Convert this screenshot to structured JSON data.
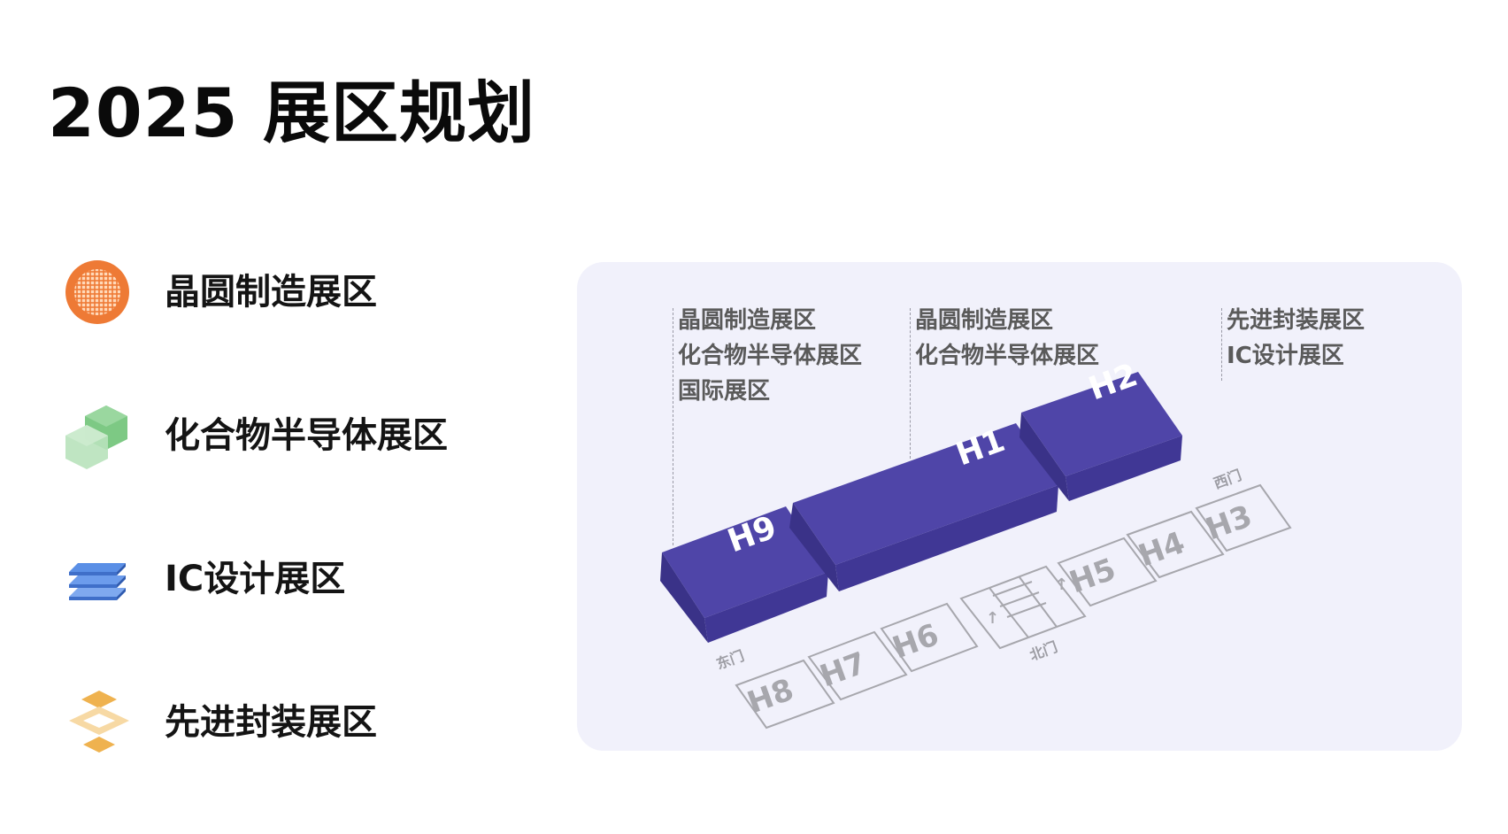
{
  "title": "2025 展区规划",
  "legend": [
    {
      "label": "晶圆制造展区",
      "icon": "wafer-icon",
      "color": "#ee7a35"
    },
    {
      "label": "化合物半导体展区",
      "icon": "cubes-icon",
      "color": "#72c17a"
    },
    {
      "label": "IC设计展区",
      "icon": "layers-icon",
      "color": "#4f86e0"
    },
    {
      "label": "先进封装展区",
      "icon": "stack-diamond-icon",
      "color": "#efb65a"
    }
  ],
  "zones": {
    "h9": [
      "晶圆制造展区",
      "化合物半导体展区",
      "国际展区"
    ],
    "h1": [
      "晶圆制造展区",
      "化合物半导体展区"
    ],
    "h2": [
      "先进封装展区",
      "IC设计展区"
    ]
  },
  "halls": {
    "active": [
      "H9",
      "H1",
      "H2"
    ],
    "inactive": [
      "H8",
      "H7",
      "H6",
      "H5",
      "H4",
      "H3"
    ]
  },
  "gates": {
    "east": "东门",
    "north": "北门",
    "west": "西门"
  },
  "colors": {
    "hall_top": "#4f45a8",
    "hall_side": "#3d3590",
    "panel_bg": "#f1f1fb",
    "outline": "#a7a7ad"
  }
}
